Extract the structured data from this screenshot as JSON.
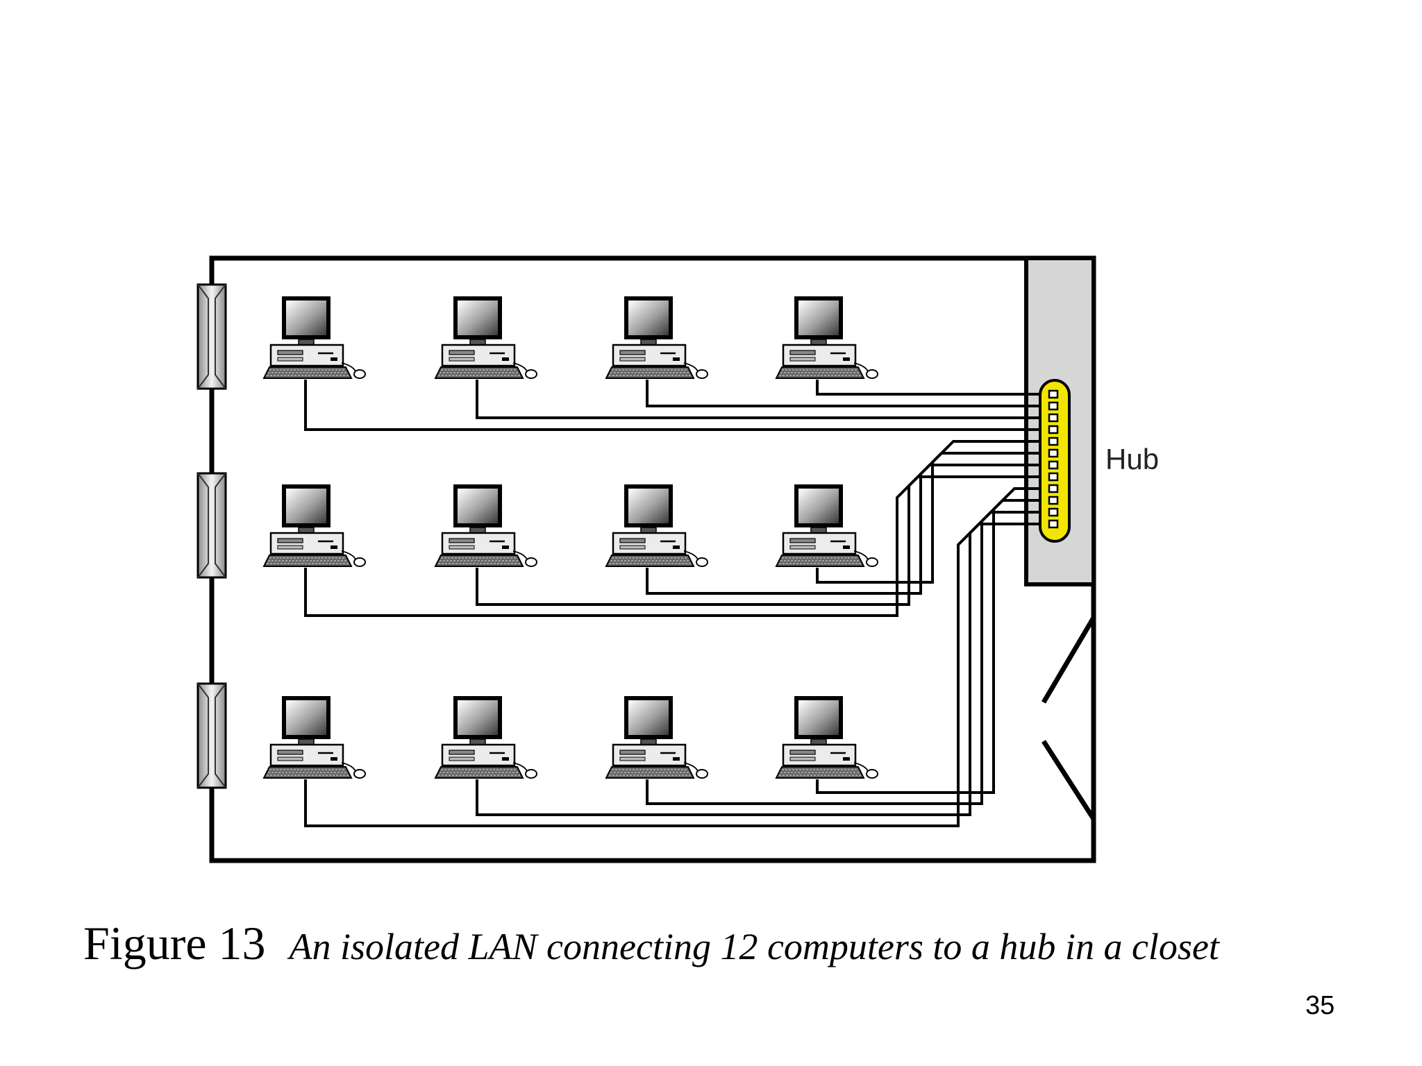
{
  "figure": {
    "label": "Figure 13",
    "caption": "An isolated LAN connecting 12 computers to a hub in a closet"
  },
  "hub": {
    "label": "Hub",
    "port_count": 12,
    "color": "#f2e600",
    "closet_color": "#d6d6d6"
  },
  "computers": {
    "rows": 3,
    "per_row": 4
  },
  "page_number": "35"
}
